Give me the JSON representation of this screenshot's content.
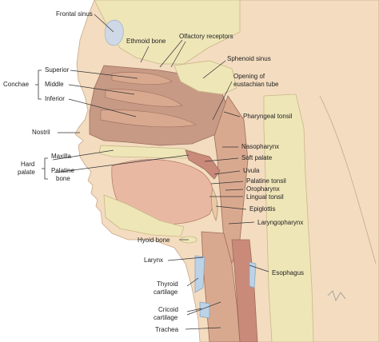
{
  "figure": {
    "labels": {
      "frontal_sinus": "Frontal sinus",
      "ethmoid_bone": "Ethmoid bone",
      "olfactory_receptors": "Olfactory receptors",
      "sphenoid_sinus": "Sphenoid sinus",
      "opening_eustachian_line1": "Opening of",
      "opening_eustachian_line2": "eustachian tube",
      "conchae": "Conchae",
      "superior": "Superior",
      "middle": "Middle",
      "inferior": "Inferior",
      "pharyngeal_tonsil": "Pharyngeal tonsil",
      "nostril": "Nostril",
      "nasopharynx": "Nasopharynx",
      "soft_palate": "Soft palate",
      "hard_palate_line1": "Hard",
      "hard_palate_line2": "palate",
      "maxilla": "Maxilla",
      "palatine_bone_line1": "Palatine",
      "palatine_bone_line2": "bone",
      "uvula": "Uvula",
      "palatine_tonsil": "Palatine tonsil",
      "oropharynx": "Oropharynx",
      "lingual_tonsil": "Lingual tonsil",
      "epiglottis": "Epiglottis",
      "laryngopharynx": "Laryngopharynx",
      "hyoid_bone": "Hyoid bone",
      "larynx": "Larynx",
      "esophagus": "Esophagus",
      "thyroid_cartilage_line1": "Thyroid",
      "thyroid_cartilage_line2": "cartilage",
      "cricoid_cartilage_line1": "Cricoid",
      "cricoid_cartilage_line2": "cartilage",
      "trachea": "Trachea"
    },
    "colors": {
      "skin": "#f3dcc0",
      "tissue": "#d9a98f",
      "cavity": "#c79a86",
      "bone": "#efe6b8",
      "muscle": "#e9b8a3",
      "cartilage": "#bcd2e6",
      "dark": "#6b3a2e"
    }
  }
}
